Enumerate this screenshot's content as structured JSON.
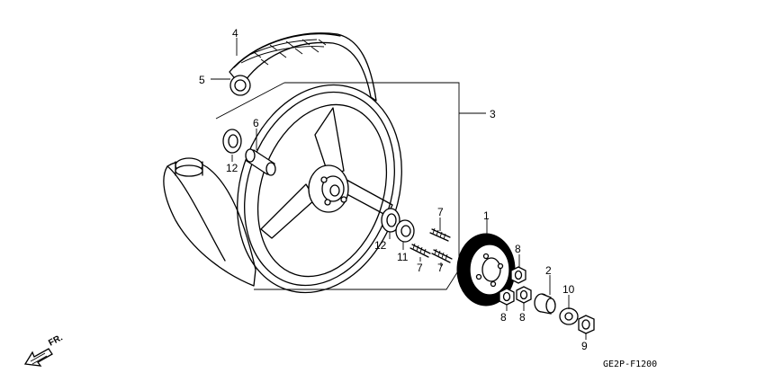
{
  "diagram": {
    "callouts": {
      "c1": "1",
      "c2": "2",
      "c3": "3",
      "c4": "4",
      "c5": "5",
      "c6": "6",
      "c7a": "7",
      "c7b": "7",
      "c7c": "7",
      "c8a": "8",
      "c8b": "8",
      "c8c": "8",
      "c9": "9",
      "c10": "10",
      "c11": "11",
      "c12a": "12",
      "c12b": "12"
    },
    "front_label": "FR.",
    "drawing_code": "GE2P-F1200"
  }
}
